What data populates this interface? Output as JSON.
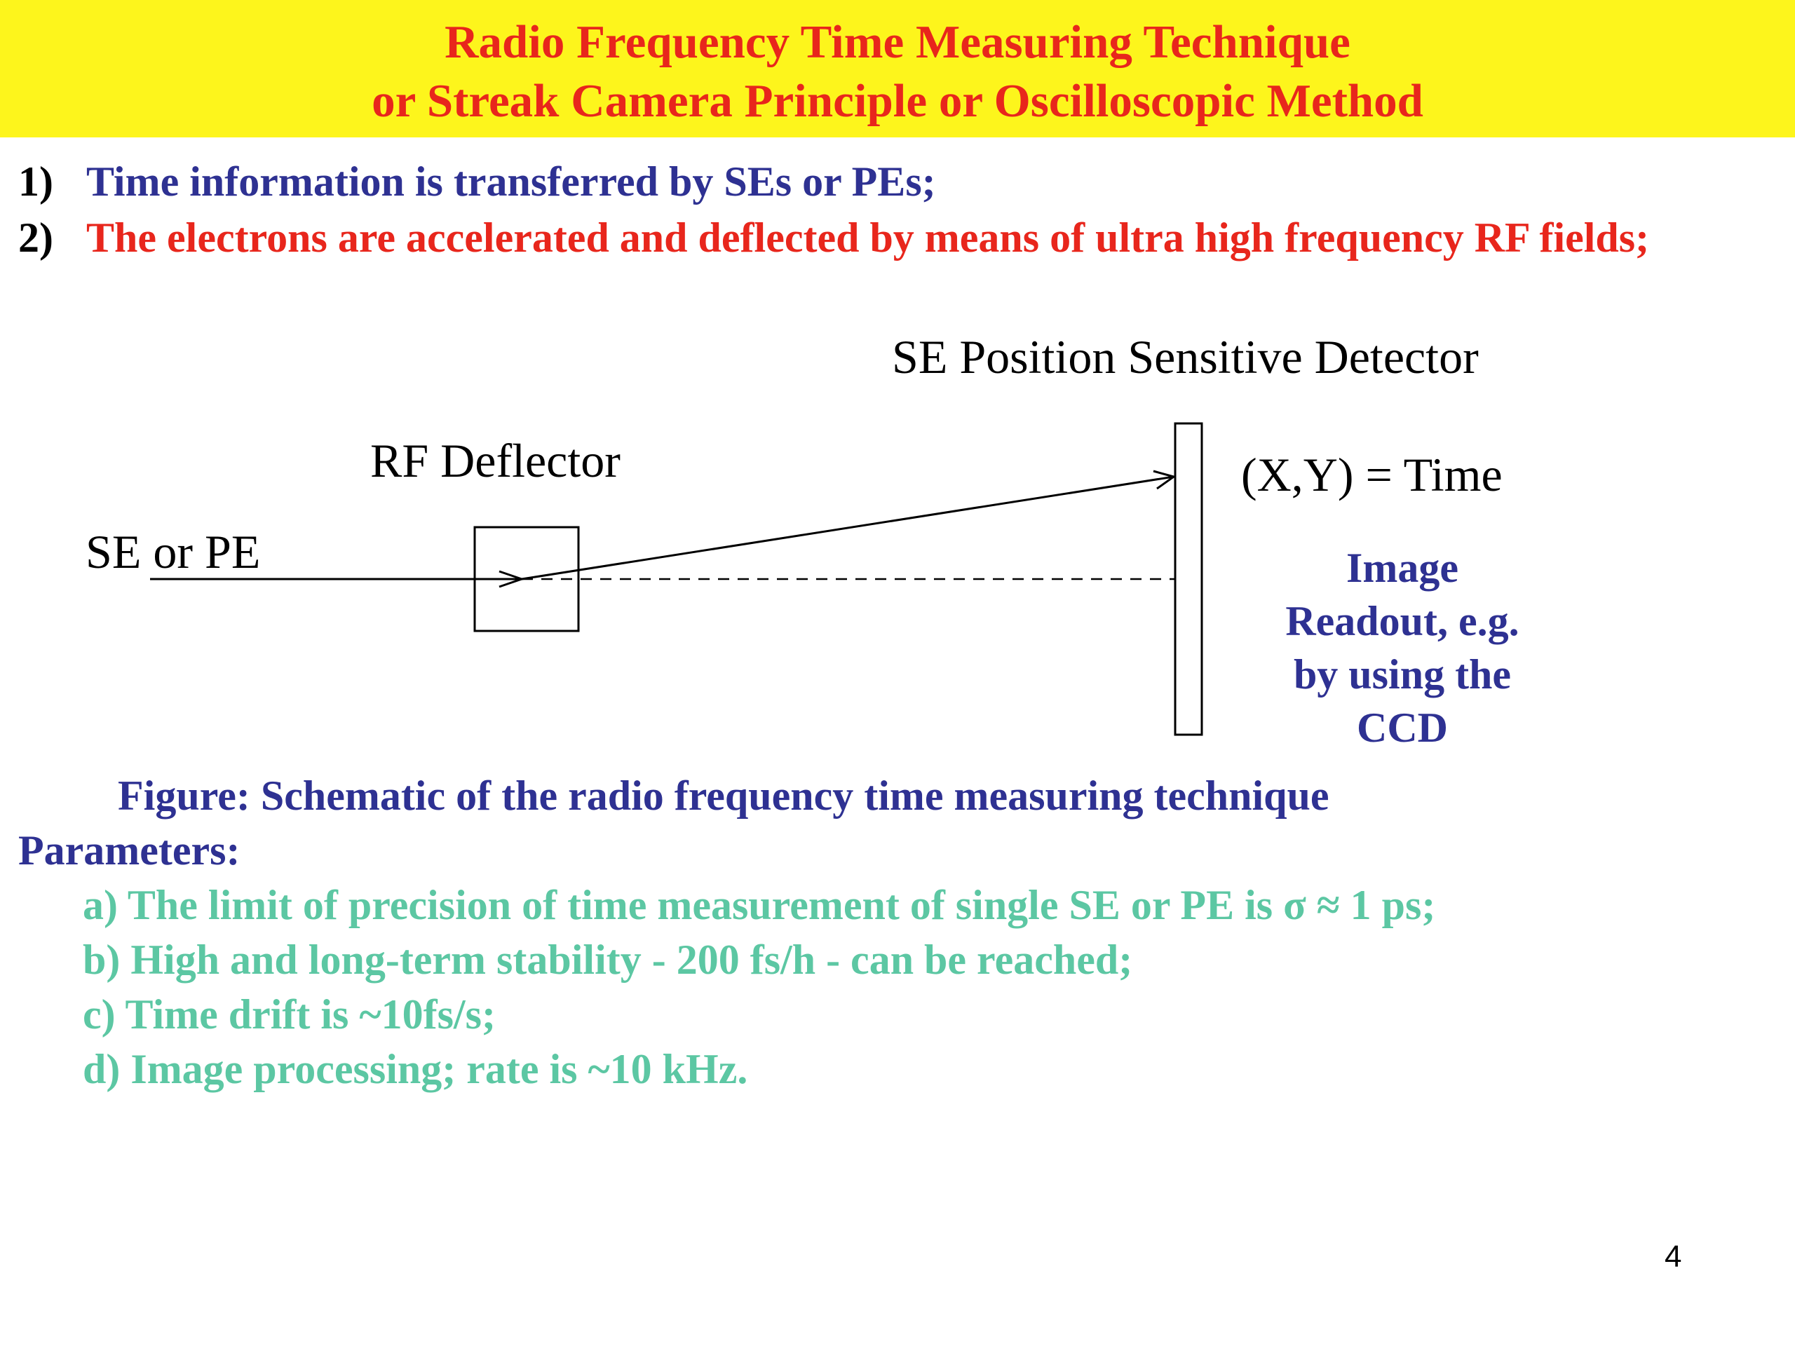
{
  "title": {
    "line1": "Radio Frequency Time Measuring Technique",
    "line2": "or Streak Camera Principle or Oscilloscopic Method",
    "color": "#e8261c",
    "background": "#fdf51c"
  },
  "statements": [
    {
      "number": "1)",
      "text": "Time information is transferred by SEs or PEs;",
      "color": "#2e3192"
    },
    {
      "number": "2)",
      "text": "The electrons are accelerated and deflected by means of ultra high  frequency RF fields;",
      "color": "#e8261c"
    }
  ],
  "diagram": {
    "detector_label": "SE Position Sensitive Detector",
    "deflector_label": "RF Deflector",
    "source_label": "SE or PE",
    "equation": "(X,Y) = Time",
    "readout_lines": [
      "Image",
      "Readout, e.g.",
      "by using the",
      "CCD"
    ],
    "readout_color": "#2e3192"
  },
  "caption": {
    "text": "Figure: Schematic of the radio frequency time measuring technique",
    "color": "#2e3192"
  },
  "parameters": {
    "heading": "Parameters:",
    "heading_color": "#2e3192",
    "items_color": "#5cc7a3",
    "items": [
      "a) The limit of precision of time measurement of single SE or PE is σ ≈ 1 ps;",
      "b) High and long-term stability - 200 fs/h - can be reached;",
      "c) Time drift  is ~10fs/s;",
      "d) Image processing; rate is ~10 kHz."
    ]
  },
  "page_number": "4"
}
